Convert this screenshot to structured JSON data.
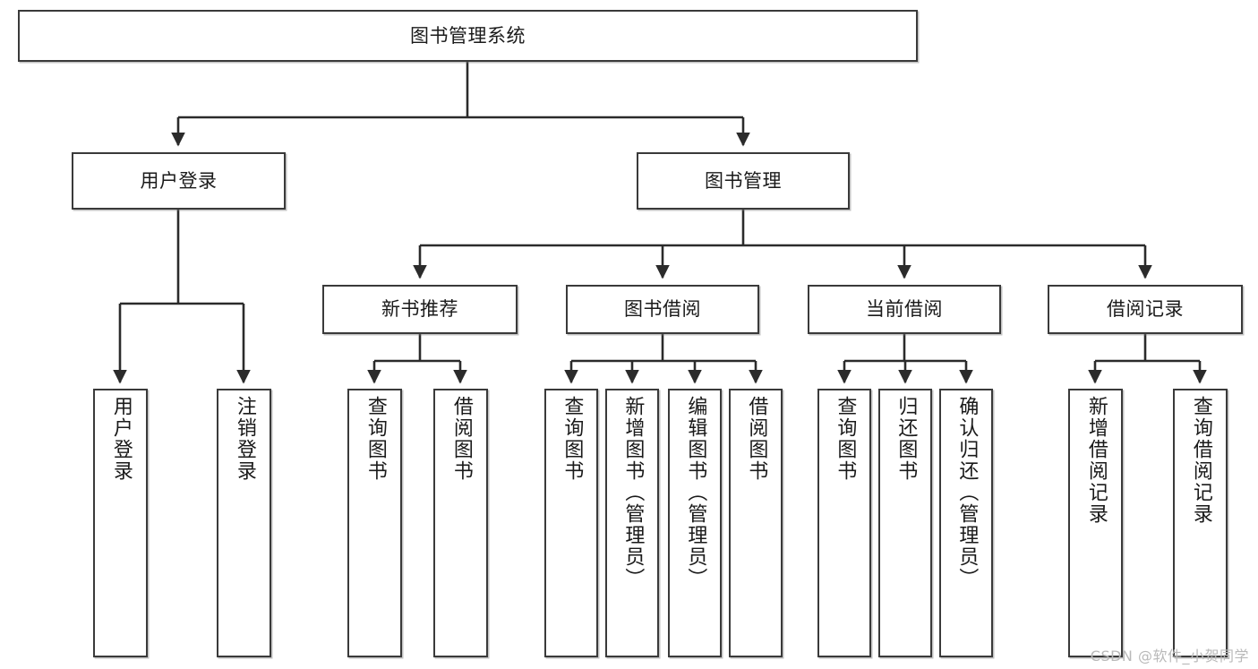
{
  "diagram": {
    "type": "tree-hierarchy",
    "title": "图书管理系统",
    "watermark": "CSDN @软件_小贺同学",
    "colors": {
      "box_border": "#3a3a3a",
      "box_fill": "#ffffff",
      "connector": "#2b2b2b",
      "text": "#1a1a1a",
      "watermark": "#b9b9b9"
    },
    "levels": {
      "root": {
        "label": "图书管理系统"
      },
      "level2": [
        {
          "label": "用户登录"
        },
        {
          "label": "图书管理"
        }
      ],
      "level3": [
        {
          "label": "新书推荐"
        },
        {
          "label": "图书借阅"
        },
        {
          "label": "当前借阅"
        },
        {
          "label": "借阅记录"
        }
      ],
      "leaves": {
        "user_login": [
          {
            "label": "用户登录"
          },
          {
            "label": "注销登录"
          }
        ],
        "new_book_recommend": [
          {
            "label": "查询图书"
          },
          {
            "label": "借阅图书"
          }
        ],
        "book_borrow": [
          {
            "label": "查询图书"
          },
          {
            "label": "新增图书（管理员）"
          },
          {
            "label": "编辑图书（管理员）"
          },
          {
            "label": "借阅图书"
          }
        ],
        "current_borrow": [
          {
            "label": "查询图书"
          },
          {
            "label": "归还图书"
          },
          {
            "label": "确认归还（管理员）"
          }
        ],
        "borrow_record": [
          {
            "label": "新增借阅记录"
          },
          {
            "label": "查询借阅记录"
          }
        ]
      }
    }
  }
}
